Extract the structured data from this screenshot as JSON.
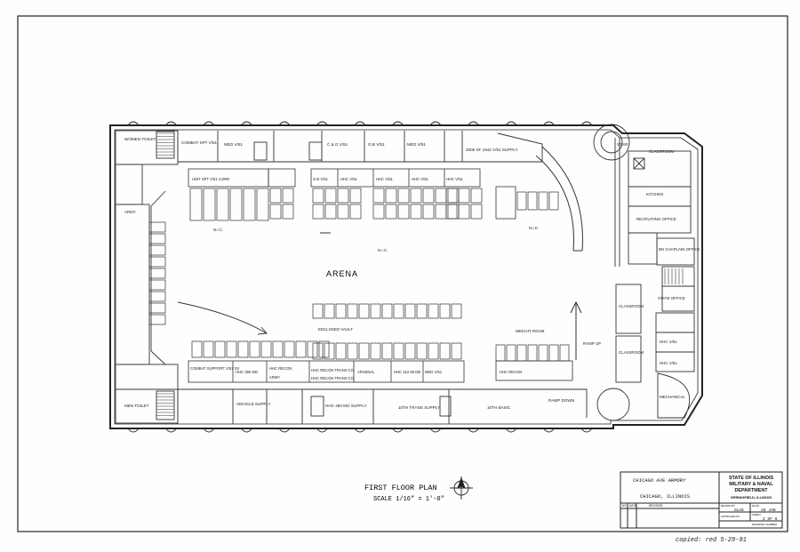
{
  "plan": {
    "arena_label": "ARENA",
    "title": "FIRST FLOOR PLAN",
    "scale": "SCALE 1/16\" = 1'-0\"",
    "north_marker": "N"
  },
  "top_rooms": [
    {
      "label": "WOMEN TOILET"
    },
    {
      "label": "COMBAT SPT V/51"
    },
    {
      "label": "MED V/51"
    },
    {
      "label": "C & G V/51"
    },
    {
      "label": "G.B V/51"
    },
    {
      "label": "MED V/51"
    },
    {
      "label": "2005 SF 1942 V/51 SUPPLY"
    }
  ],
  "upper_labels": [
    {
      "label": "UNIT SPT V/51 CORR"
    },
    {
      "label": "G.B V/51"
    },
    {
      "label": "HHC V/51"
    },
    {
      "label": "HHC V/51"
    },
    {
      "label": "HHC V/51"
    },
    {
      "label": "HHC V/51"
    }
  ],
  "right_rooms": [
    {
      "label": "STAIR"
    },
    {
      "label": "CLASSROOM"
    },
    {
      "label": "KITCHEN"
    },
    {
      "label": "RECRUITING OFFICE"
    },
    {
      "label": "BN CHAPLAIN OFFICE"
    },
    {
      "label": "STATE OFFICE"
    },
    {
      "label": "CLASSROOM"
    },
    {
      "label": "CLASSROOM"
    },
    {
      "label": "HHC V/51"
    },
    {
      "label": "HHC V/51"
    },
    {
      "label": "MECHANICAL"
    }
  ],
  "bottom_labels": [
    {
      "label": "COMBAT SUPPORT V/51 SV"
    },
    {
      "label": "HHC 350 MO"
    },
    {
      "label": "HHC RECON"
    },
    {
      "label": "ARMY"
    },
    {
      "label": "HHC RECON TRANS CO"
    },
    {
      "label": "HHC RECON TRANS CO"
    },
    {
      "label": "ARSENAL"
    },
    {
      "label": "HHC 312 MI DB"
    },
    {
      "label": "MED V/51"
    },
    {
      "label": "HHC RECON"
    }
  ],
  "bottom_rooms": [
    {
      "label": "MEN TOILET"
    },
    {
      "label": "VEHICLE SUPPLY"
    },
    {
      "label": "HHC 350 MO SUPPLY"
    },
    {
      "label": "10TH TRANS SUPPLY"
    },
    {
      "label": "10TH BASIC"
    },
    {
      "label": "RAMP DOWN"
    }
  ],
  "misc_notes": [
    {
      "label": "WEIGHT ROOM"
    },
    {
      "label": "ENCLOSED VAULT"
    },
    {
      "label": "RAMP UP"
    },
    {
      "label": "N.I.C."
    },
    {
      "label": "N.I.C."
    },
    {
      "label": "N.I.C."
    },
    {
      "label": "ARMY"
    }
  ],
  "title_block": {
    "project_line1": "CHICAGO AVE ARMORY",
    "project_line2": "CHICAGO, ILLINOIS",
    "agency_line1": "STATE OF ILLINOIS",
    "agency_line2": "MILITARY & NAVAL",
    "agency_line3": "DEPARTMENT",
    "agency_line4": "SPRINGFIELD, ILLINOIS",
    "col_no": "NO",
    "col_date": "DATE",
    "col_revision": "REVISION",
    "drawn_by_label": "DRAWN BY",
    "drawn_by": "GLAE",
    "date_label": "DATE",
    "date": "26 JAN",
    "approved_label": "APPROVED BY",
    "sheet_label": "SHEET",
    "sheet": "2 OF 6",
    "drawing_number_label": "DRAWING NUMBER"
  },
  "signature_note": "copied: red 5-29-91"
}
